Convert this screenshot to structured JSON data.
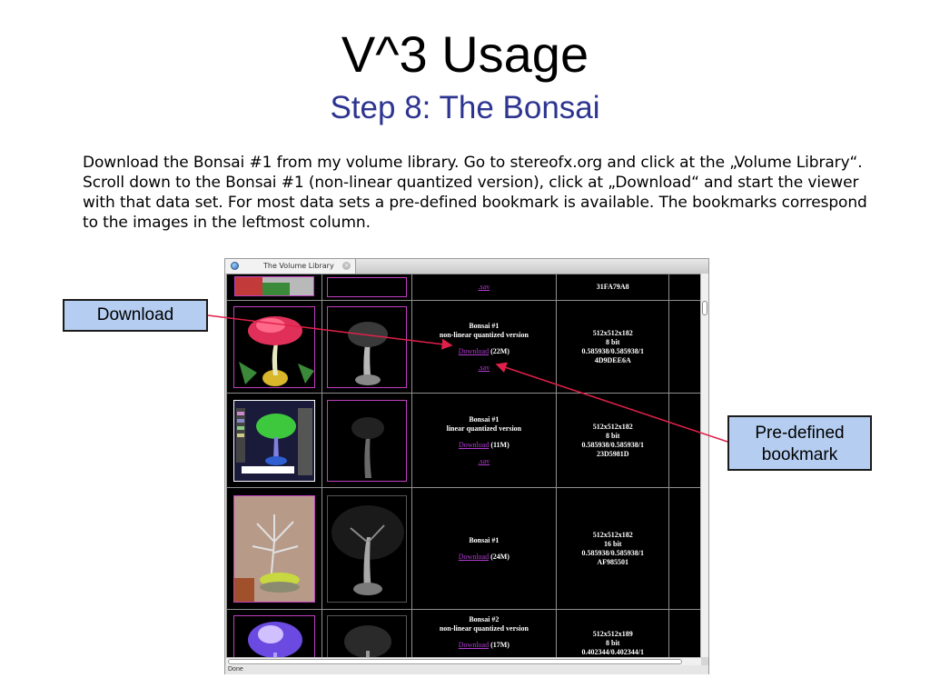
{
  "slide": {
    "title": "V^3 Usage",
    "subtitle": "Step 8: The Bonsai",
    "body": "Download the Bonsai #1 from my volume library. Go to stereofx.org and click at the „Volume Library“. Scroll down to the Bonsai #1 (non-linear quantized version), click at „Download“ and start the viewer with that data set. For most data sets a pre-defined bookmark is available. The bookmarks correspond to the images in the leftmost column."
  },
  "browser": {
    "tab_title": "The Volume Library",
    "status": "Done",
    "top_partial": {
      "link": ".sav",
      "info": "31FA79A8"
    },
    "rows": [
      {
        "name_line1": "Bonsai #1",
        "name_line2": "non-linear quantized version",
        "download_label": "Download",
        "size": "(22M)",
        "bookmark": ".sav",
        "dims": "512x512x182",
        "bits": "8 bit",
        "spacing": "0.585938/0.585938/1",
        "checksum": "4D9DEE6A"
      },
      {
        "name_line1": "Bonsai #1",
        "name_line2": "linear quantized version",
        "download_label": "Download",
        "size": "(11M)",
        "bookmark": ".sav",
        "dims": "512x512x182",
        "bits": "8 bit",
        "spacing": "0.585938/0.585938/1",
        "checksum": "23D5981D"
      },
      {
        "name_line1": "Bonsai #1",
        "name_line2": "",
        "download_label": "Download",
        "size": "(24M)",
        "bookmark": "",
        "dims": "512x512x182",
        "bits": "16 bit",
        "spacing": "0.585938/0.585938/1",
        "checksum": "AF985501"
      },
      {
        "name_line1": "Bonsai #2",
        "name_line2": "non-linear quantized version",
        "download_label": "Download",
        "size": "(17M)",
        "bookmark": "",
        "dims": "512x512x189",
        "bits": "8 bit",
        "spacing": "0.402344/0.402344/1",
        "checksum": ""
      }
    ]
  },
  "annotations": {
    "download_callout": "Download",
    "bookmark_callout_line1": "Pre-defined",
    "bookmark_callout_line2": "bookmark",
    "arrow_color": "#e0204a",
    "callout_color": "#b5cdf0"
  },
  "colors": {
    "subtitle": "#2d3590",
    "link": "#b03dd0",
    "thumb_border": "#c03fc0"
  }
}
